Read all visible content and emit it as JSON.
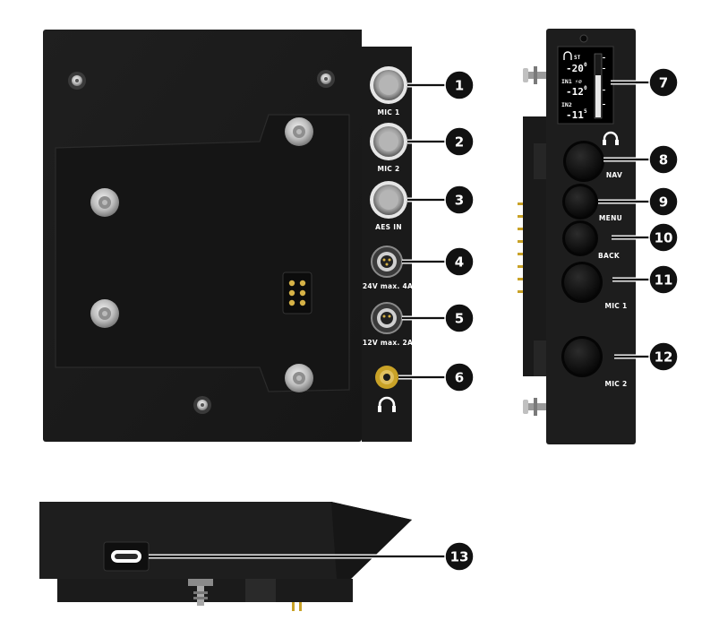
{
  "back_panel": {
    "connector_labels": [
      "MIC 1",
      "MIC 2",
      "AES IN",
      "24V max. 4A",
      "12V max. 2A"
    ],
    "headphone_icon": "headphones-icon"
  },
  "side_panel": {
    "display": {
      "line1_tag": "ST",
      "line1_value": "-20",
      "line1_exp": "0",
      "line2_tag": "IN1",
      "line2_value": "-12",
      "line2_exp": "0",
      "line3_tag": "IN2",
      "line3_value": "-11",
      "line3_exp": "5"
    },
    "button_labels": [
      "NAV",
      "MENU",
      "BACK",
      "MIC 1",
      "MIC 2"
    ],
    "headphone_icon": "headphones-icon"
  },
  "callouts": [
    "1",
    "2",
    "3",
    "4",
    "5",
    "6",
    "7",
    "8",
    "9",
    "10",
    "11",
    "12",
    "13"
  ],
  "colors": {
    "body": "#1c1c1c",
    "body_dark": "#111111",
    "panel_edge": "#2a2a2a",
    "connector_silver": "#c8c8c8",
    "gold": "#c9a227",
    "callout": "#111111"
  }
}
